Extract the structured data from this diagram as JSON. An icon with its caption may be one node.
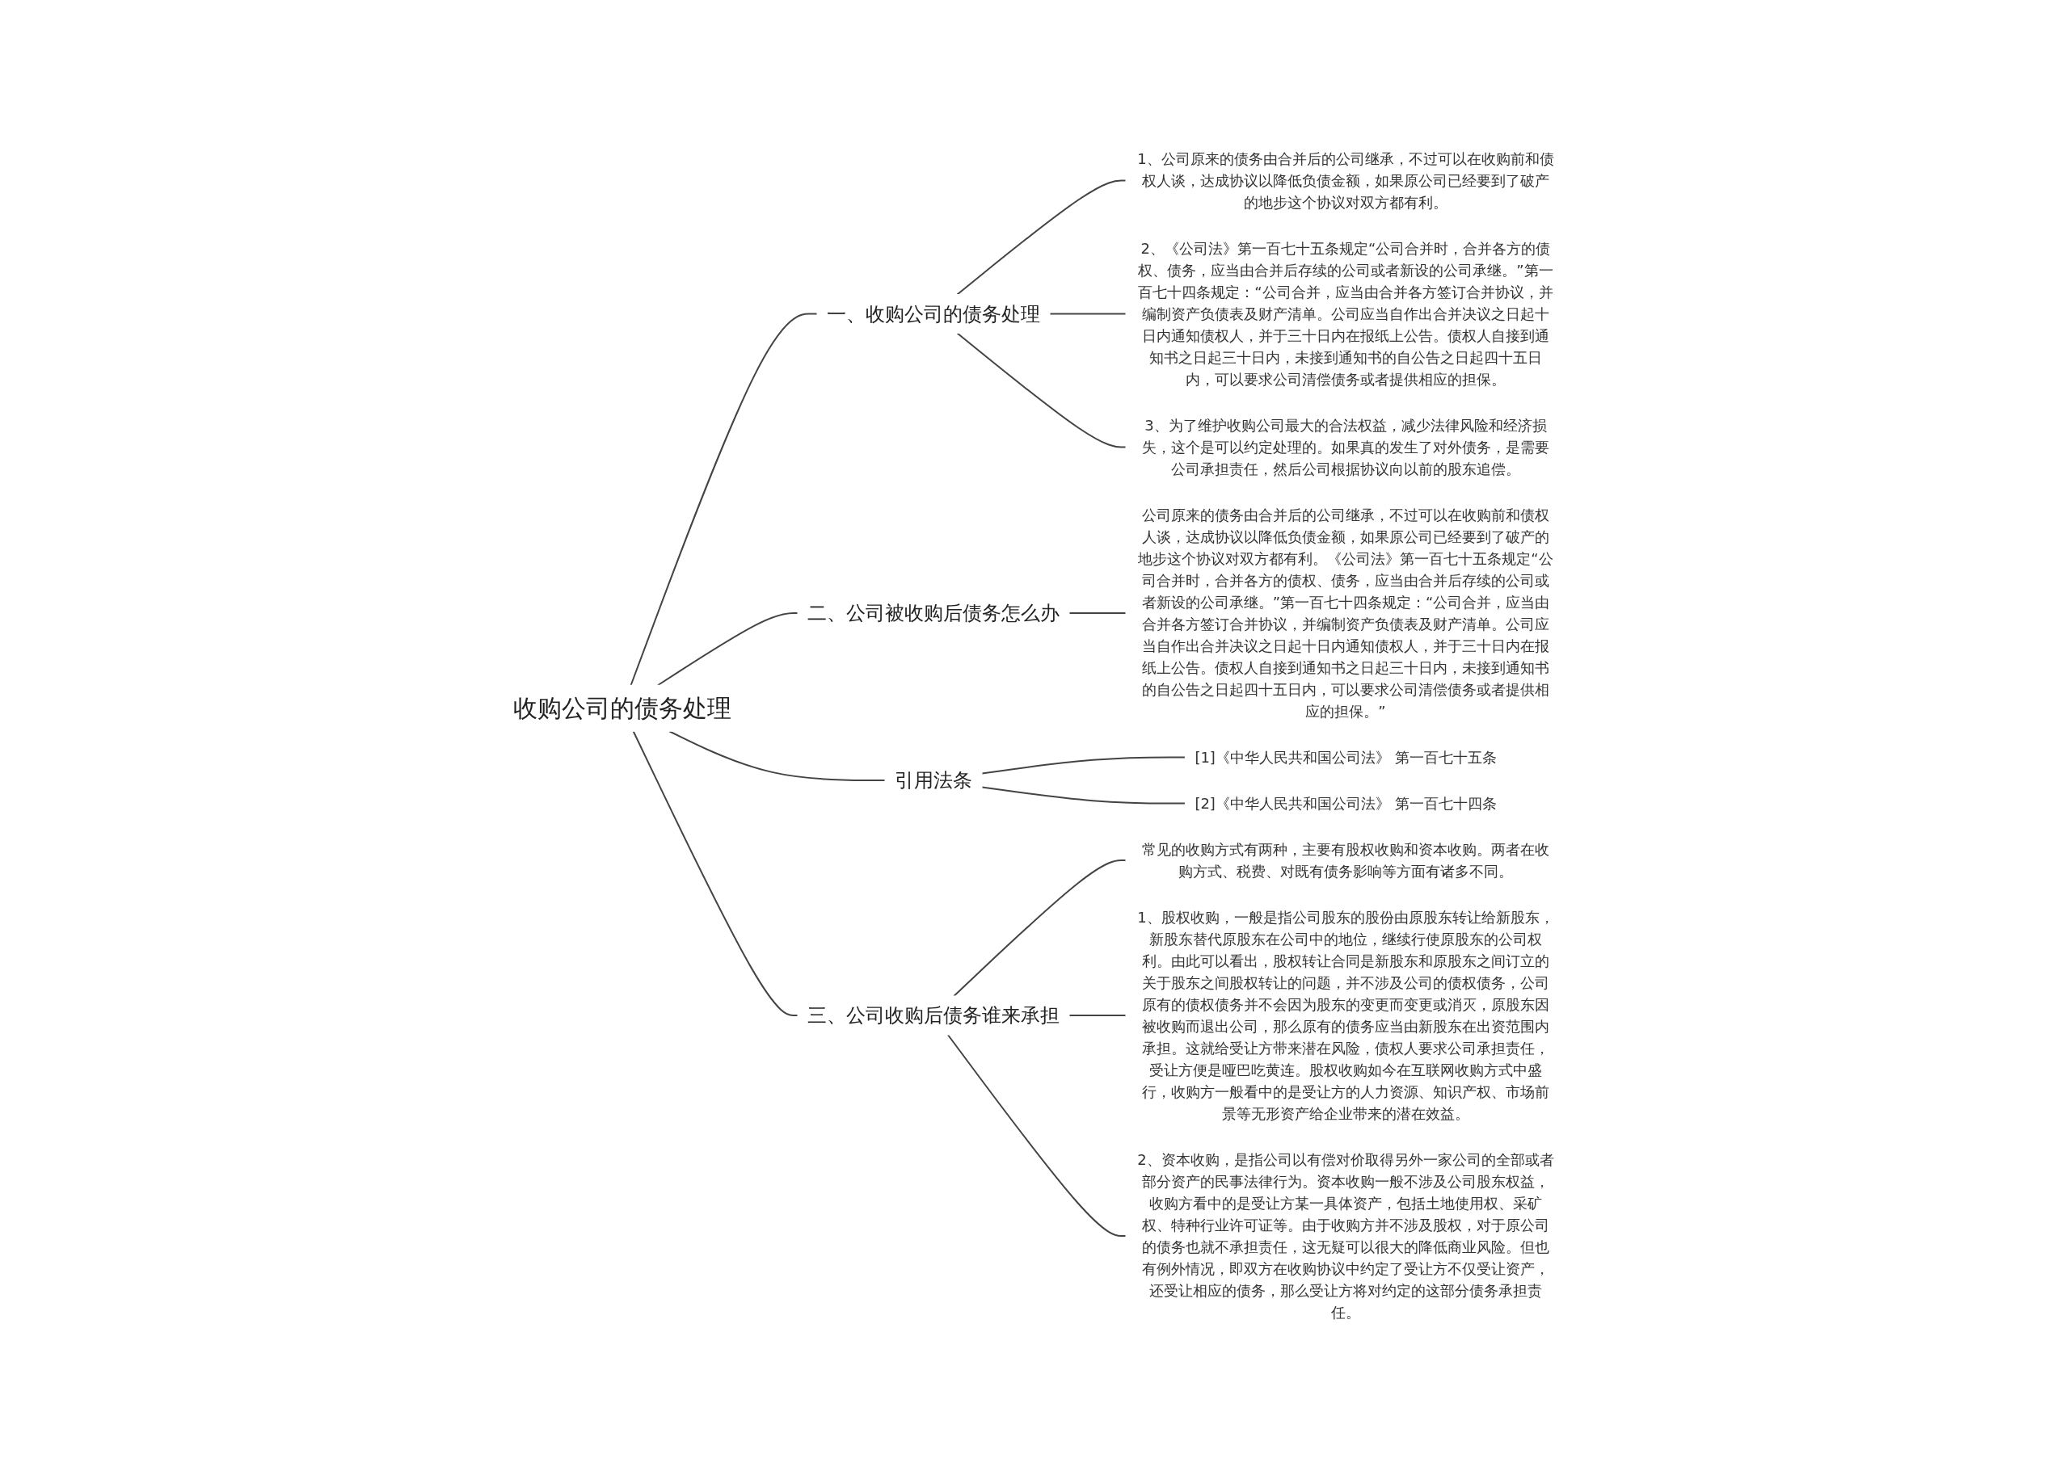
{
  "diagram": {
    "nodes": [
      {
        "text": [
          "收购公司的债务处理"
        ]
      },
      {
        "text": [
          "一、收购公司的债务处理"
        ]
      },
      {
        "text": [
          "1、公司原来的债务由合并后的公司继承，不过可以在收购前和债权人谈，达成协议以降低负债金额，如果原公司已经要到了破产的地步这个协议对双方都有利。"
        ]
      },
      {
        "text": [
          "2、《公司法》第一百七十五条规定“公司合并时，合并各方的债权、债务，应当由合并后存续的公司或者新设的公司承继。”第一百七十四条规定：“公司合并，应当由合并各方签订合并协议，并编制资产负债表及财产清单。公司应当自作出合并决议之日起十日内通知债权人，并于三十日内在报纸上公告。债权人自接到通知书之日起三十日内，未接到通知书的自公告之日起四十五日内，可以要求公司清偿债务或者提供相应的担保。"
        ]
      },
      {
        "text": [
          "3、为了维护收购公司最大的合法权益，减少法律风险和经济损失，这个是可以约定处理的。如果真的发生了对外债务，是需要公司承担责任，然后公司根据协议向以前的股东追偿。"
        ]
      },
      {
        "text": [
          "二、公司被收购后债务怎么办"
        ]
      },
      {
        "text": [
          "公司原来的债务由合并后的公司继承，不过可以在收购前和债权人谈，达成协议以降低负债金额，如果原公司已经要到了破产的地步这个协议对双方都有利。《公司法》第一百七十五条规定“公司合并时，合并各方的债权、债务，应当由合并后存续的公司或者新设的公司承继。”第一百七十四条规定：“公司合并，应当由合并各方签订合并协议，并编制资产负债表及财产清单。公司应当自作出合并决议之日起十日内通知债权人，并于三十日内在报纸上公告。债权人自接到通知书之日起三十日内，未接到通知书的自公告之日起四十五日内，可以要求公司清偿债务或者提供相应的担保。”"
        ]
      },
      {
        "text": [
          "引用法条"
        ]
      },
      {
        "text": [
          "[1]《中华人民共和国公司法》 第一百七十五条"
        ]
      },
      {
        "text": [
          "[2]《中华人民共和国公司法》 第一百七十四条"
        ]
      },
      {
        "text": [
          "三、公司收购后债务谁来承担"
        ]
      },
      {
        "text": [
          "常见的收购方式有两种，主要有股权收购和资本收购。两者在收购方式、税费、对既有债务影响等方面有诸多不同。"
        ]
      },
      {
        "text": [
          "1、股权收购，一般是指公司股东的股份由原股东转让给新股东，新股东替代原股东在公司中的地位，继续行使原股东的公司权利。由此可以看出，股权转让合同是新股东和原股东之间订立的关于股东之间股权转让的问题，并不涉及公司的债权债务，公司原有的债权债务并不会因为股东的变更而变更或消灭，原股东因被收购而退出公司，那么原有的债务应当由新股东在出资范围内承担。这就给受让方带来潜在风险，债权人要求公司承担责任，受让方便是哑巴吃黄连。股权收购如今在互联网收购方式中盛行，收购方一般看中的是受让方的人力资源、知识产权、市场前景等无形资产给企业带来的潜在效益。"
        ]
      },
      {
        "text": [
          "2、资本收购，是指公司以有偿对价取得另外一家公司的全部或者部分资产的民事法律行为。资本收购一般不涉及公司股东权益，收购方看中的是受让方某一具体资产，包括土地使用权、采矿权、特种行业许可证等。由于收购方并不涉及股权，对于原公司的债务也就不承担责任，这无疑可以很大的降低商业风险。但也有例外情况，即双方在收购协议中约定了受让方不仅受让资产，还受让相应的债务，那么受让方将对约定的这部分债务承担责任。"
        ]
      }
    ],
    "edges": [
      {
        "from": 0,
        "to": 1,
        "arrow": "none"
      },
      {
        "from": 1,
        "to": 2,
        "arrow": "none"
      },
      {
        "from": 1,
        "to": 3,
        "arrow": "none"
      },
      {
        "from": 1,
        "to": 4,
        "arrow": "none"
      },
      {
        "from": 0,
        "to": 5,
        "arrow": "none"
      },
      {
        "from": 5,
        "to": 6,
        "arrow": "none"
      },
      {
        "from": 0,
        "to": 7,
        "arrow": "none"
      },
      {
        "from": 7,
        "to": 8,
        "arrow": "none"
      },
      {
        "from": 7,
        "to": 9,
        "arrow": "none"
      },
      {
        "from": 0,
        "to": 10,
        "arrow": "none"
      },
      {
        "from": 10,
        "to": 11,
        "arrow": "none"
      },
      {
        "from": 10,
        "to": 12,
        "arrow": "none"
      },
      {
        "from": 10,
        "to": 13,
        "arrow": "none"
      }
    ]
  }
}
